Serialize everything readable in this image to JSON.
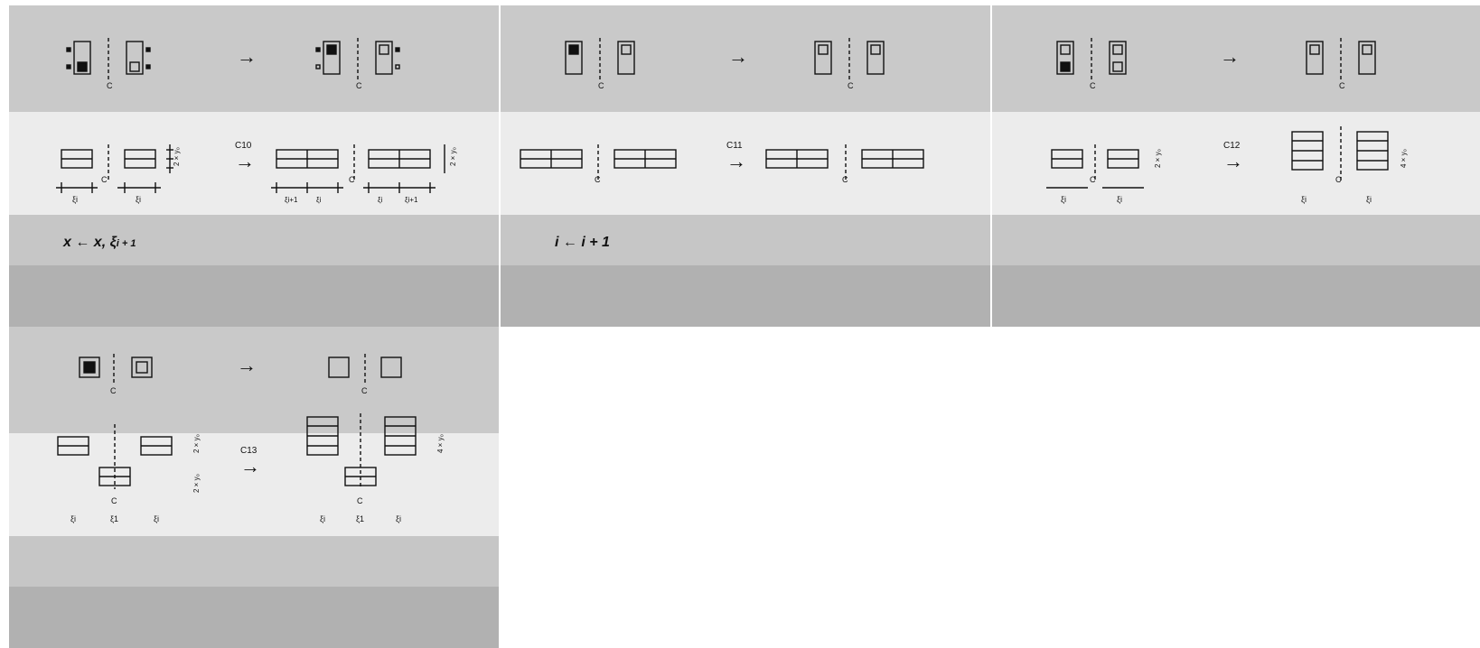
{
  "panels": [
    {
      "id": "c10",
      "step_label": "C10",
      "rule": "x ← x, ξ",
      "rule_sub": "i + 1"
    },
    {
      "id": "c11",
      "step_label": "C11",
      "rule": "i ← i + 1",
      "rule_sub": ""
    },
    {
      "id": "c12",
      "step_label": "C12",
      "rule": "",
      "rule_sub": ""
    },
    {
      "id": "c13",
      "step_label": "C13",
      "rule": "",
      "rule_sub": ""
    }
  ],
  "labels": {
    "center": "C",
    "arrow": "→",
    "xi_i": "ξi",
    "xi_i1": "ξi+1",
    "xi_1": "ξ1",
    "two_y": "2 × y₀",
    "four_y": "4 × y₀"
  }
}
